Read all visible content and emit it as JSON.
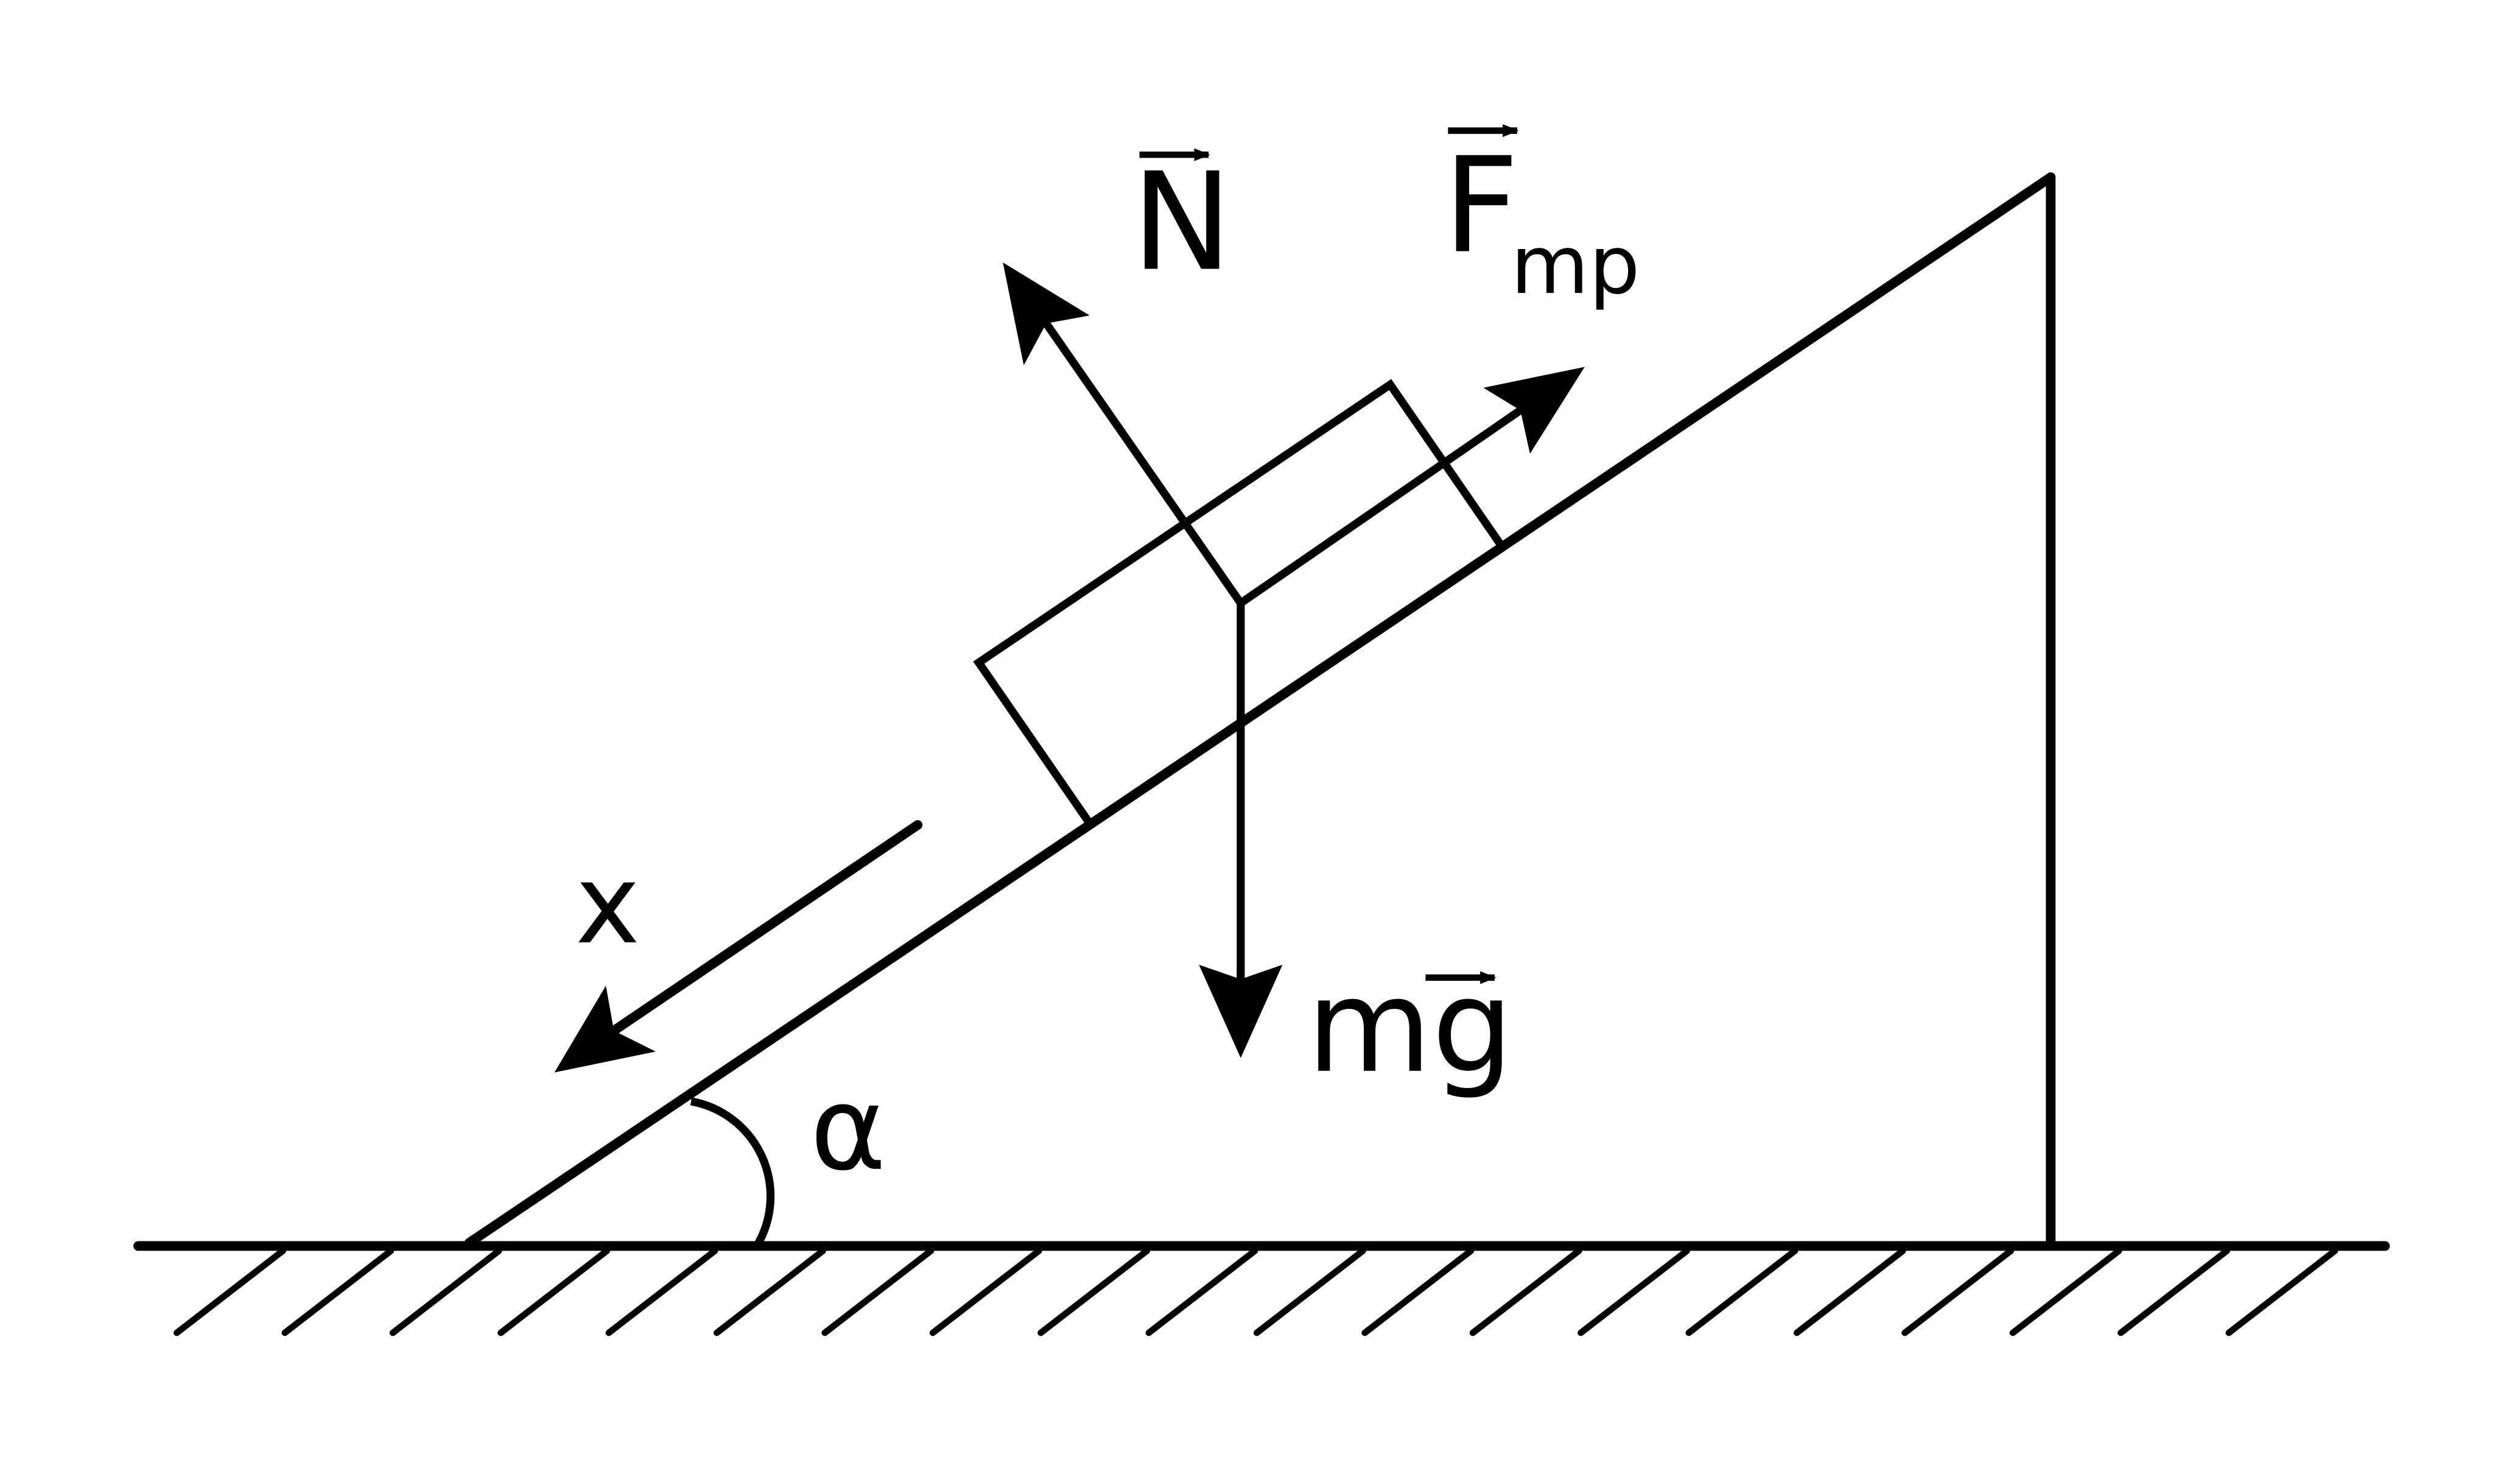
{
  "labels": {
    "normal": "N",
    "friction": "F",
    "friction_subscript": "mp",
    "gravity": "mg",
    "axis": "x",
    "angle": "α"
  },
  "colors": {
    "stroke": "#000000",
    "background": "#ffffff"
  }
}
